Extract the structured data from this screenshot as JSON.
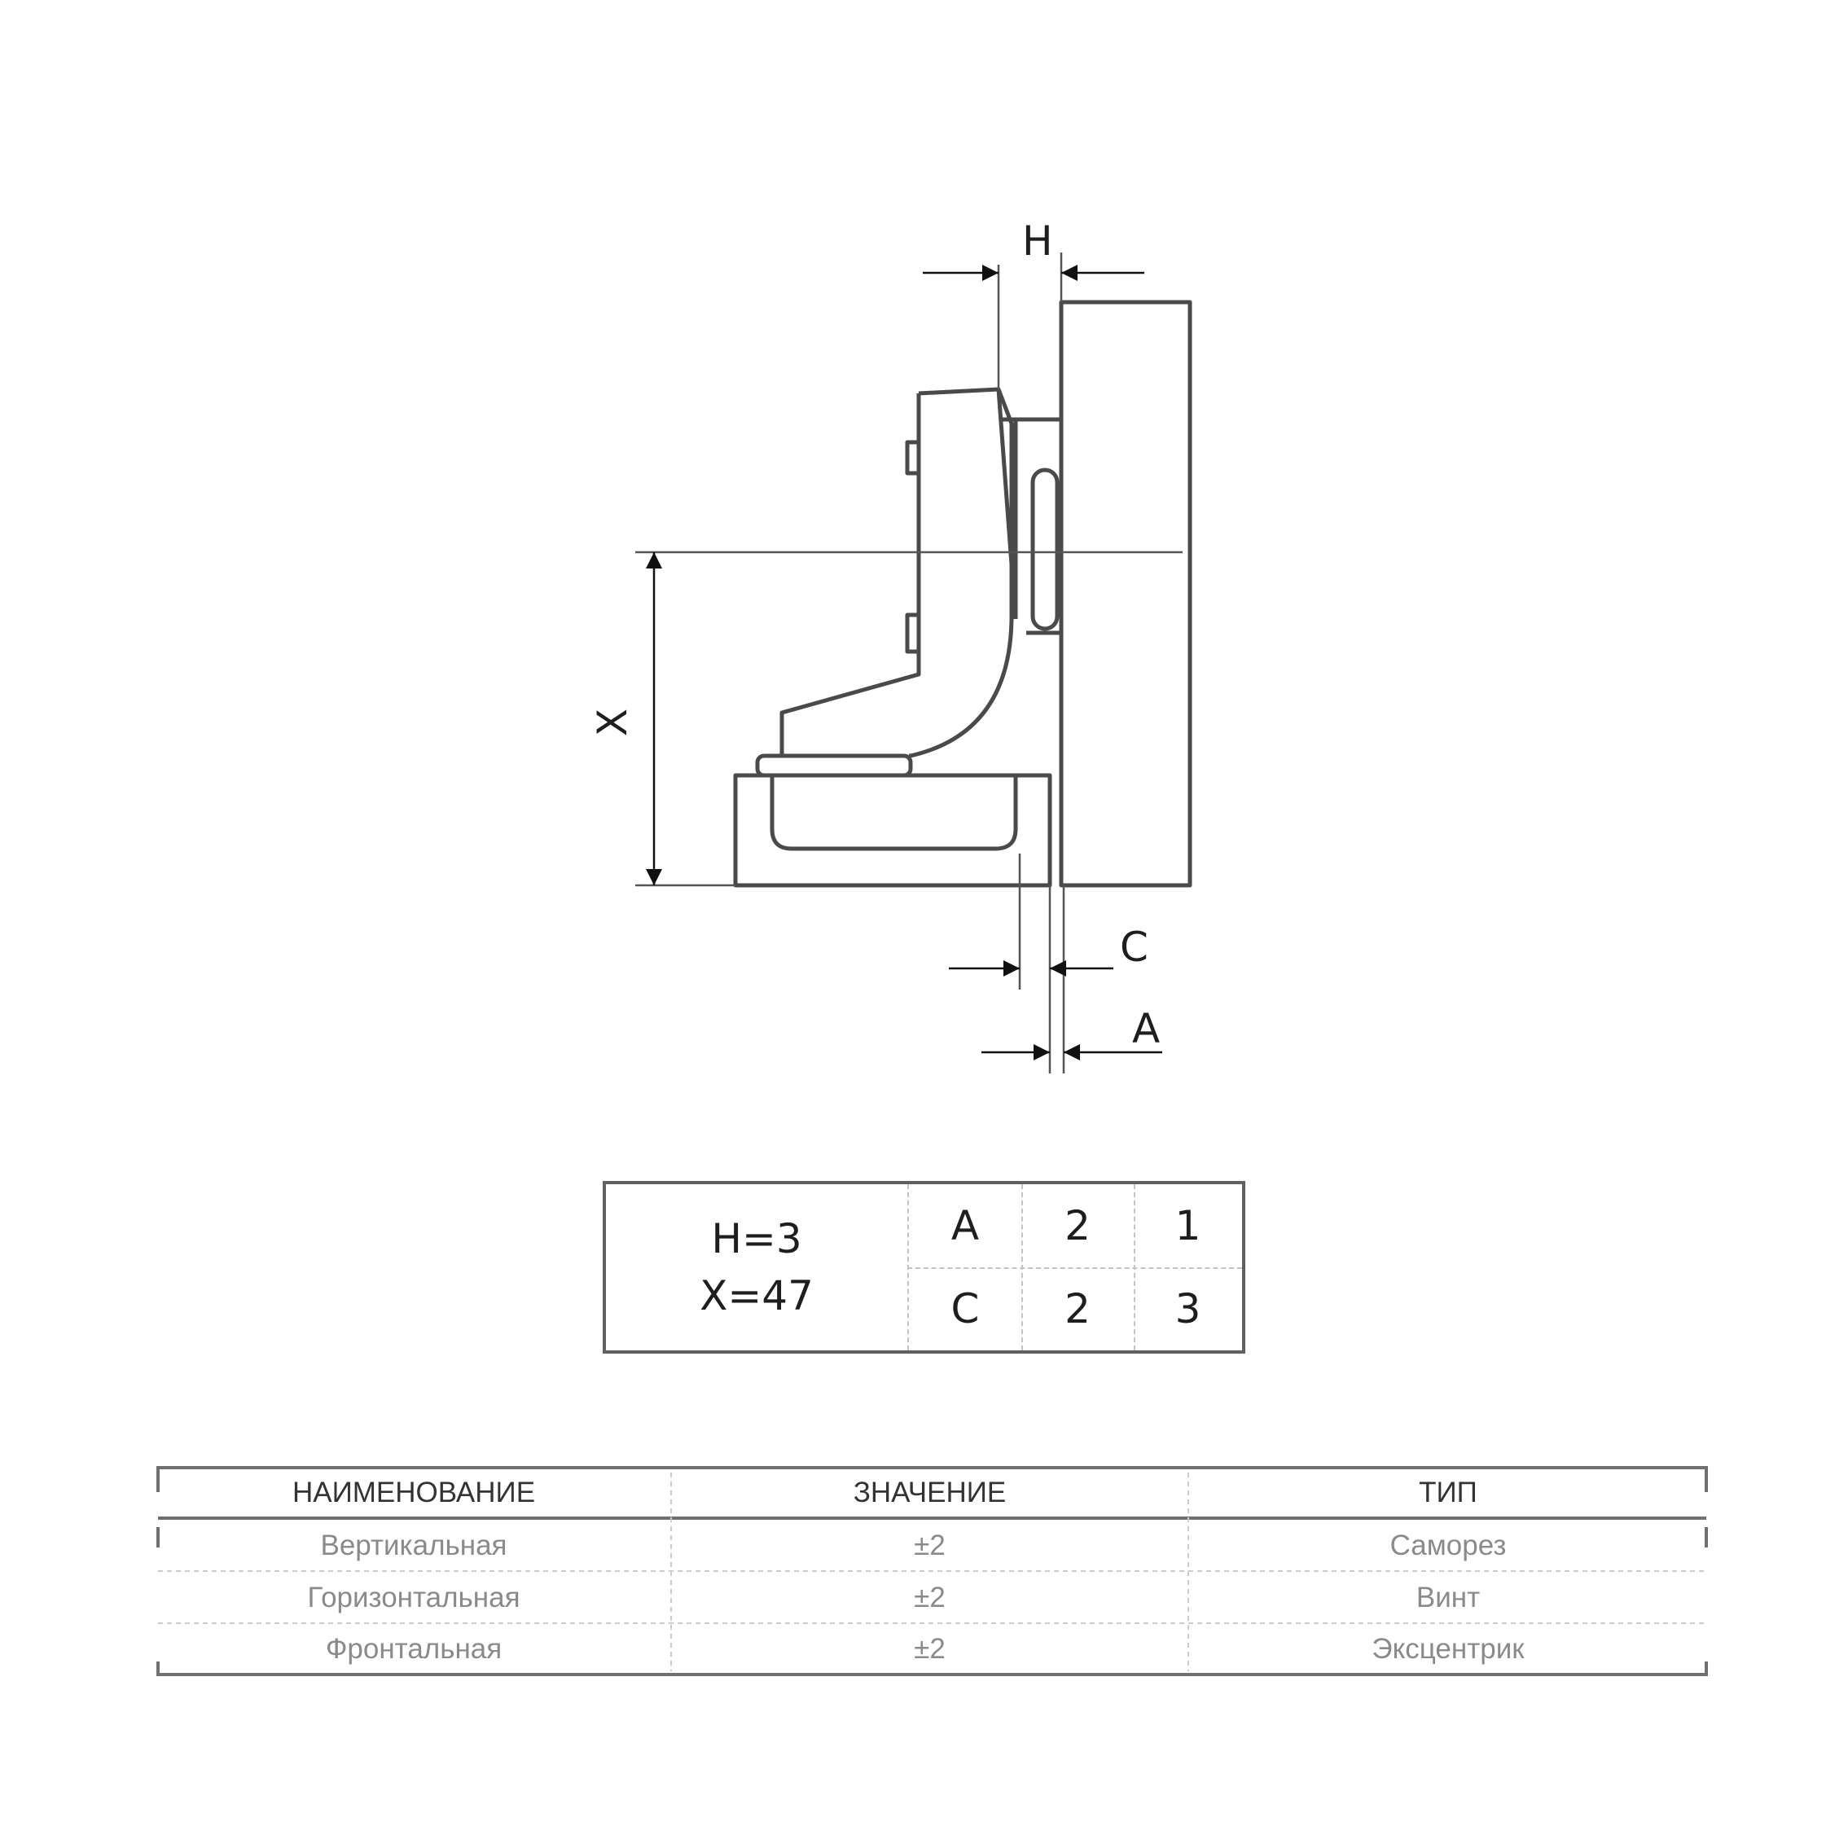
{
  "diagram": {
    "dimension_labels": {
      "h": "H",
      "x": "X",
      "c": "C",
      "a": "A"
    },
    "line_color": "#4a4a4a",
    "dim_color": "#111111"
  },
  "spec": {
    "h_value": "H=3",
    "x_value": "X=47",
    "rows": [
      {
        "label": "A",
        "values": [
          "2",
          "1"
        ]
      },
      {
        "label": "C",
        "values": [
          "2",
          "3"
        ]
      }
    ]
  },
  "adjustment_table": {
    "headers": [
      "НАИМЕНОВАНИЕ",
      "ЗНАЧЕНИЕ",
      "ТИП"
    ],
    "rows": [
      [
        "Вертикальная",
        "±2",
        "Саморез"
      ],
      [
        "Горизонтальная",
        "±2",
        "Винт"
      ],
      [
        "Фронтальная",
        "±2",
        "Эксцентрик"
      ]
    ]
  }
}
